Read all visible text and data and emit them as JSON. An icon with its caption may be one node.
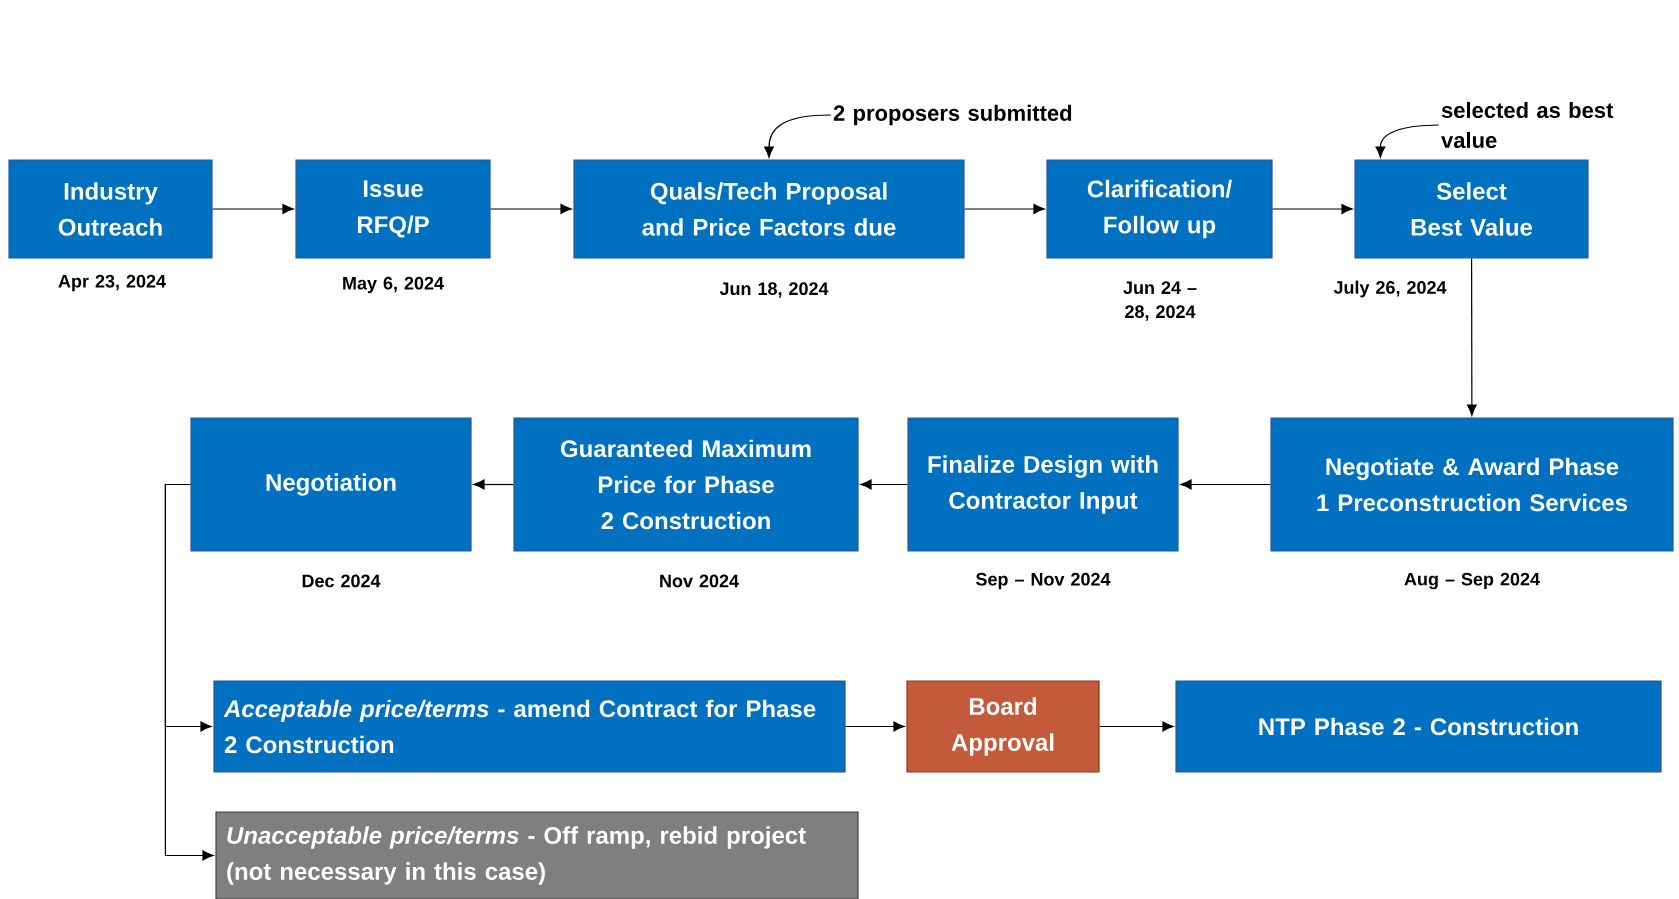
{
  "diagram": {
    "nodes": [
      {
        "text": [
          "Industry Outreach"
        ],
        "beside": [
          "Apr 23, 2024"
        ]
      },
      {
        "text": [
          "Issue RFQ/P"
        ],
        "beside": [
          "May 6, 2024"
        ]
      },
      {
        "text": [
          "Quals/Tech Proposal and Price Factors due"
        ],
        "beside": [
          "Jun 18, 2024"
        ]
      },
      {
        "text": [
          "Clarification/ Follow up"
        ],
        "beside": [
          "Jun 24 – 28, 2024"
        ]
      },
      {
        "text": [
          "Select Best Value"
        ],
        "beside": [
          "July 26, 2024"
        ]
      },
      {
        "text": [
          "Negotiate & Award Phase 1 Preconstruction Services"
        ],
        "beside": [
          "Aug – Sep 2024"
        ]
      },
      {
        "text": [
          "Finalize Design with Contractor Input"
        ],
        "beside": [
          "Sep – Nov 2024"
        ]
      },
      {
        "text": [
          "Guaranteed Maximum Price for Phase 2 Construction"
        ],
        "beside": [
          "Nov 2024"
        ]
      },
      {
        "text": [
          "Negotiation"
        ],
        "beside": [
          "Dec 2024"
        ]
      },
      {
        "text": [
          "*Acceptable price/terms* - amend Contract for Phase 2 Construction"
        ]
      },
      {
        "text": [
          "Board Approval"
        ]
      },
      {
        "text": [
          "NTP Phase 2 - Construction"
        ]
      },
      {
        "text": [
          "*Unacceptable price/terms* - Off ramp, rebid project (not necessary in this case)"
        ]
      },
      {
        "text": [
          "2 proposers submitted"
        ]
      },
      {
        "text": [
          "selected as best value"
        ]
      }
    ],
    "edges": [
      {
        "from": 0,
        "to": 1,
        "arrow": "to"
      },
      {
        "from": 1,
        "to": 2,
        "arrow": "to"
      },
      {
        "from": 2,
        "to": 3,
        "arrow": "to"
      },
      {
        "from": 3,
        "to": 4,
        "arrow": "to"
      },
      {
        "from": 4,
        "to": 5,
        "arrow": "to"
      },
      {
        "from": 5,
        "to": 6,
        "arrow": "to"
      },
      {
        "from": 6,
        "to": 7,
        "arrow": "to"
      },
      {
        "from": 7,
        "to": 8,
        "arrow": "to"
      },
      {
        "from": 8,
        "to": 9,
        "arrow": "to"
      },
      {
        "from": 8,
        "to": 12,
        "arrow": "to"
      },
      {
        "from": 9,
        "to": 10,
        "arrow": "to"
      },
      {
        "from": 10,
        "to": 11,
        "arrow": "to"
      },
      {
        "from": 13,
        "to": 2,
        "arrow": "to"
      },
      {
        "from": 14,
        "to": 4,
        "arrow": "to"
      }
    ]
  }
}
